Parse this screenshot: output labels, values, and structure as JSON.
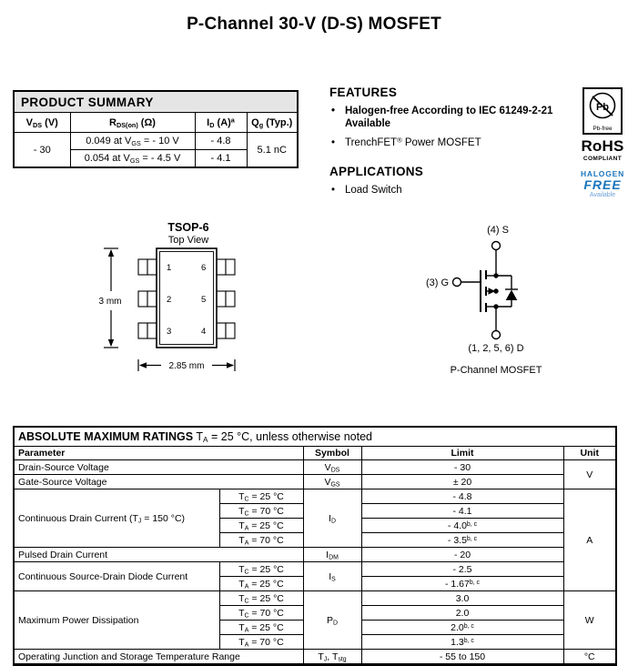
{
  "title": "P-Channel 30-V (D-S) MOSFET",
  "colors": {
    "halogen_blue": "#1b75bb",
    "available_blue": "#6b9fd4",
    "table_header_gray": "#e5e5e5"
  },
  "product_summary": {
    "heading": "PRODUCT SUMMARY",
    "h_vds": {
      "sym": "V",
      "sub": "DS",
      "suffix": " (V)"
    },
    "h_rds": {
      "sym": "R",
      "sub": "DS(on)",
      "suffix": " (Ω)"
    },
    "h_id": {
      "sym": "I",
      "sub": "D",
      "suffix": " (A)",
      "sup": "a"
    },
    "h_qg": {
      "sym": "Q",
      "sub": "g",
      "suffix": " (Typ.)"
    },
    "vds_value": "- 30",
    "row1": {
      "rds_pre": "0.049 at V",
      "rds_sub": "GS",
      "rds_post": " = - 10 V",
      "id": "- 4.8"
    },
    "row2": {
      "rds_pre": "0.054 at V",
      "rds_sub": "GS",
      "rds_post": " = - 4.5 V",
      "id": "- 4.1"
    },
    "qg_value": "5.1 nC"
  },
  "features": {
    "heading": "FEATURES",
    "bullet": "•",
    "item1_line1": "Halogen-free According to IEC 61249-2-21",
    "item1_line2": "Available",
    "item2_pre": "TrenchFET",
    "item2_sup": "®",
    "item2_post": " Power MOSFET"
  },
  "applications": {
    "heading": "APPLICATIONS",
    "item1": "Load Switch"
  },
  "badges": {
    "pb_symbol": "Pb",
    "pb_label": "Pb-free",
    "rohs": "RoHS",
    "rohs_sub": "COMPLIANT",
    "halogen": "HALOGEN",
    "free": "FREE",
    "available": "Available"
  },
  "package": {
    "name": "TSOP-6",
    "view": "Top View",
    "pin1": "1",
    "pin2": "2",
    "pin3": "3",
    "pin4": "4",
    "pin5": "5",
    "pin6": "6",
    "dim_height": "3 mm",
    "dim_width": "2.85 mm"
  },
  "mosfet": {
    "s_label": "(4) S",
    "g_label": "(3) G",
    "d_label": "(1, 2, 5, 6) D",
    "caption": "P-Channel MOSFET"
  },
  "amr": {
    "title": "ABSOLUTE MAXIMUM RATINGS",
    "cond_pre": " T",
    "cond_sub": "A",
    "cond_post": " = 25 °C, unless otherwise noted",
    "col_parameter": "Parameter",
    "col_symbol": "Symbol",
    "col_limit": "Limit",
    "col_unit": "Unit",
    "cond": {
      "tc25": {
        "pre": "T",
        "sub": "C",
        "post": " = 25 °C"
      },
      "tc70": {
        "pre": "T",
        "sub": "C",
        "post": " = 70 °C"
      },
      "ta25": {
        "pre": "T",
        "sub": "A",
        "post": " = 25 °C"
      },
      "ta70": {
        "pre": "T",
        "sub": "A",
        "post": " = 70 °C"
      }
    },
    "vds": {
      "param": "Drain-Source Voltage",
      "sym": "V",
      "sym_sub": "DS",
      "limit": "- 30"
    },
    "vgs": {
      "param": "Gate-Source Voltage",
      "sym": "V",
      "sym_sub": "GS",
      "limit": "± 20"
    },
    "id": {
      "param_pre": "Continuous Drain Current (T",
      "param_sub": "J",
      "param_post": " = 150 °C)",
      "sym": "I",
      "sym_sub": "D",
      "l1": "- 4.8",
      "l2": "- 4.1",
      "l3": "- 4.0",
      "l3_sup": "b, c",
      "l4": "- 3.5",
      "l4_sup": "b, c"
    },
    "idm": {
      "param": "Pulsed Drain Current",
      "sym": "I",
      "sym_sub": "DM",
      "limit": "- 20"
    },
    "is": {
      "param": "Continuous Source-Drain Diode Current",
      "sym": "I",
      "sym_sub": "S",
      "l1": "- 2.5",
      "l2": "- 1.67",
      "l2_sup": "b, c"
    },
    "pd": {
      "param": "Maximum Power Dissipation",
      "sym": "P",
      "sym_sub": "D",
      "l1": "3.0",
      "l2": "2.0",
      "l3": "2.0",
      "l3_sup": "b, c",
      "l4": "1.3",
      "l4_sup": "b, c"
    },
    "tj": {
      "param": "Operating Junction and Storage Temperature Range",
      "sym1": "T",
      "sym1_sub": "J",
      "sym_mid": ", T",
      "sym2_sub": "stg",
      "limit": "- 55 to 150"
    },
    "unit_v": "V",
    "unit_a": "A",
    "unit_w": "W",
    "unit_c": "°C"
  }
}
